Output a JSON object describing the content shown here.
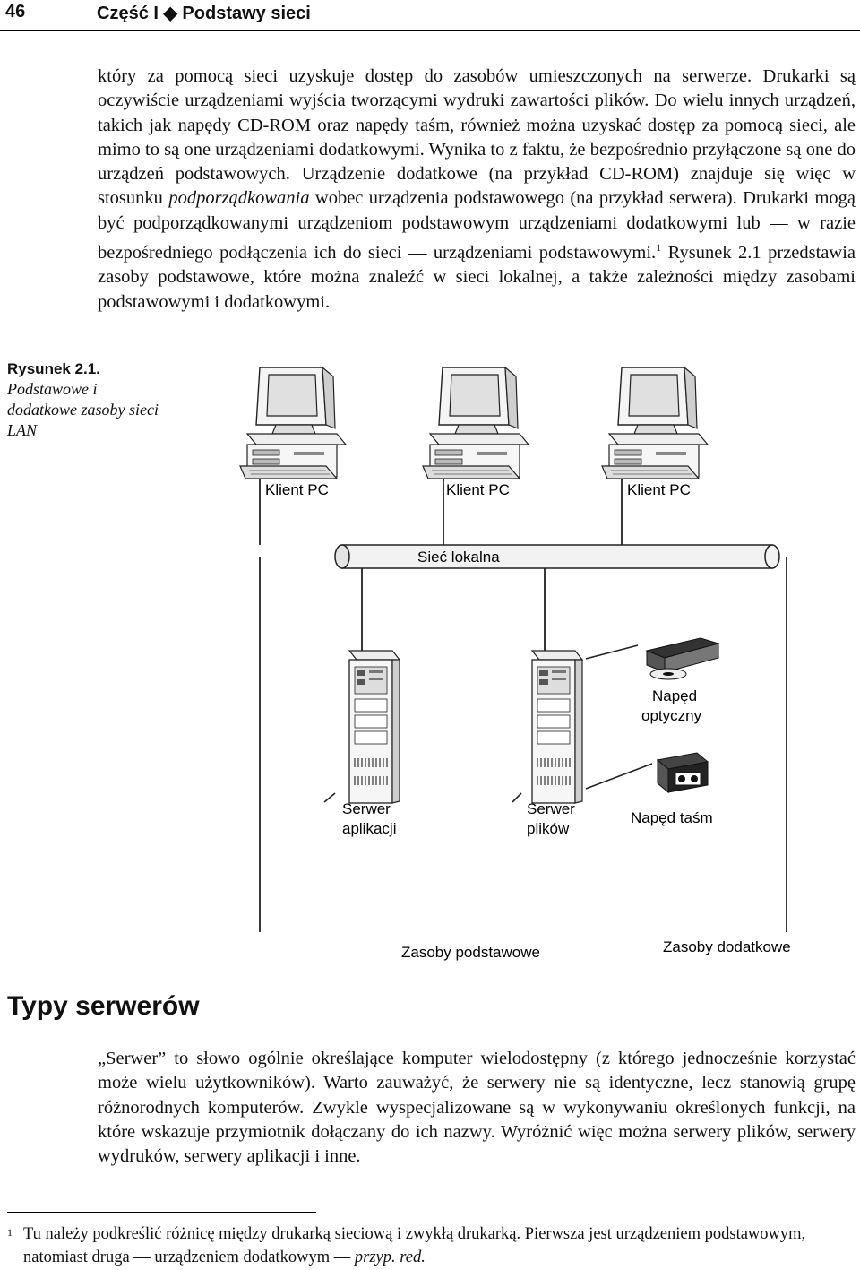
{
  "header": {
    "page_number": "46",
    "chapter": "Część I ◆ Podstawy sieci"
  },
  "paragraph1": {
    "before_em": "który za pomocą sieci uzyskuje dostęp do zasobów umieszczonych na serwerze. Drukarki są oczywiście urządzeniami wyjścia tworzącymi wydruki zawartości plików. Do wielu innych urządzeń, takich jak napędy CD-ROM oraz napędy taśm, również można uzyskać dostęp za pomocą sieci, ale mimo to są one urządzeniami dodatkowymi. Wynika to z faktu, że bezpośrednio przyłączone są one do urządzeń podstawowych. Urządzenie dodatkowe (na przykład CD-ROM) znajduje się więc w stosunku",
    "em": "podporządkowania",
    "after_em": "wobec urządzenia podstawowego (na przykład serwera). Drukarki mogą być podporządkowanymi urządzeniom podstawowym urządzeniami dodatkowymi lub — w razie bezpośredniego podłączenia ich do sieci — urządzeniami podstawowymi.",
    "footnote_ref": "1",
    "after_ref": "Rysunek 2.1 przedstawia zasoby podstawowe, które można znaleźć w sieci lokalnej, a także zależności między zasobami podstawowymi i dodatkowymi."
  },
  "figure": {
    "caption_number": "Rysunek 2.1.",
    "caption_text": "Podstawowe i dodatkowe zasoby sieci LAN",
    "labels": {
      "client1": "Klient PC",
      "client2": "Klient PC",
      "client3": "Klient PC",
      "lan": "Sieć lokalna",
      "server_app_line1": "Serwer",
      "server_app_line2": "aplikacji",
      "server_file_line1": "Serwer",
      "server_file_line2": "plików",
      "optical_line1": "Napęd",
      "optical_line2": "optyczny",
      "tape": "Napęd taśm",
      "primary": "Zasoby podstawowe",
      "secondary": "Zasoby dodatkowe"
    }
  },
  "section_heading": "Typy serwerów",
  "paragraph2": "„Serwer” to słowo ogólnie określające komputer wielodostępny (z którego jednocześnie korzystać może wielu użytkowników). Warto zauważyć, że serwery nie są identyczne, lecz stanowią grupę różnorodnych komputerów. Zwykle wyspecjalizowane są w wykonywaniu określonych funkcji, na które wskazuje przymiotnik dołączany do ich nazwy. Wyróżnić więc można serwery plików, serwery wydruków, serwery aplikacji i inne.",
  "footnote": {
    "marker": "1",
    "text": "Tu należy podkreślić różnicę między drukarką sieciową i zwykłą drukarką. Pierwsza jest urządzeniem podstawowym, natomiast druga — urządzeniem dodatkowym —",
    "em": "przyp. red."
  }
}
